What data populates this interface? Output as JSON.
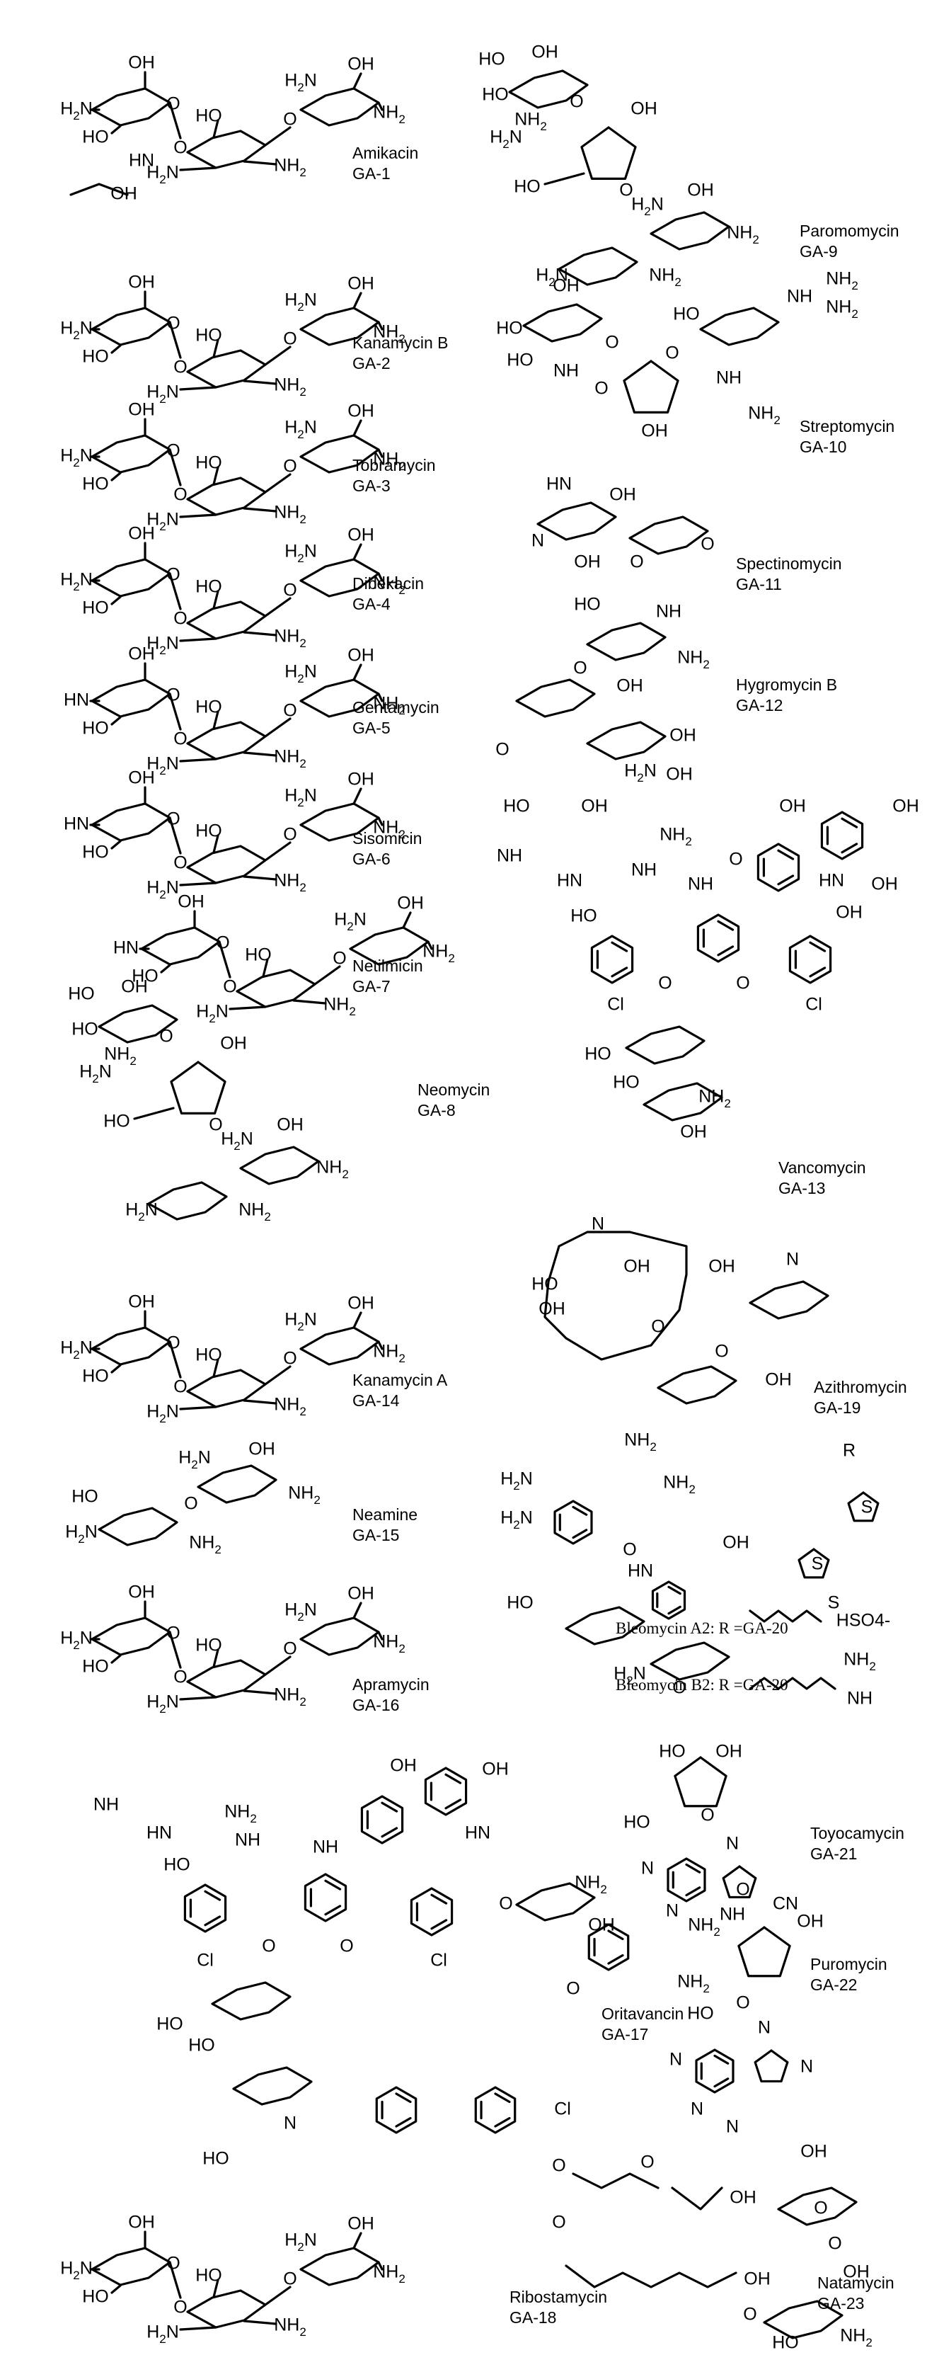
{
  "compounds": [
    {
      "name": "Amikacin",
      "code": "GA-1"
    },
    {
      "name": "Kanamycin B",
      "code": "GA-2"
    },
    {
      "name": "Tobramycin",
      "code": "GA-3"
    },
    {
      "name": "Dibekacin",
      "code": "GA-4"
    },
    {
      "name": "Gentamycin",
      "code": "GA-5"
    },
    {
      "name": "Sisomicin",
      "code": "GA-6"
    },
    {
      "name": "Netilmicin",
      "code": "GA-7"
    },
    {
      "name": "Neomycin",
      "code": "GA-8"
    },
    {
      "name": "Paromomycin",
      "code": "GA-9"
    },
    {
      "name": "Streptomycin",
      "code": "GA-10"
    },
    {
      "name": "Spectinomycin",
      "code": "GA-11"
    },
    {
      "name": "Hygromycin B",
      "code": "GA-12"
    },
    {
      "name": "Vancomycin",
      "code": "GA-13"
    },
    {
      "name": "Kanamycin A",
      "code": "GA-14"
    },
    {
      "name": "Neamine",
      "code": "GA-15"
    },
    {
      "name": "Apramycin",
      "code": "GA-16"
    },
    {
      "name": "Oritavancin",
      "code": "GA-17"
    },
    {
      "name": "Ribostamycin",
      "code": "GA-18"
    },
    {
      "name": "Azithromycin",
      "code": "GA-19"
    },
    {
      "name": "Bleomycin A2: R =",
      "code": "GA-20"
    },
    {
      "name": "Bleomycin B2: R =",
      "code": "GA-20"
    },
    {
      "name": "Toyocamycin",
      "code": "GA-21"
    },
    {
      "name": "Puromycin",
      "code": "GA-22"
    },
    {
      "name": "Natamycin",
      "code": "GA-23"
    }
  ],
  "atoms": {
    "oh": "OH",
    "nh2": "NH2",
    "h2n": "H2N",
    "ho": "HO",
    "hn": "HN",
    "nh": "NH",
    "o": "O",
    "n": "N",
    "cl": "Cl",
    "cn": "CN",
    "s": "S",
    "r": "R",
    "hso4": "HSO4-"
  }
}
